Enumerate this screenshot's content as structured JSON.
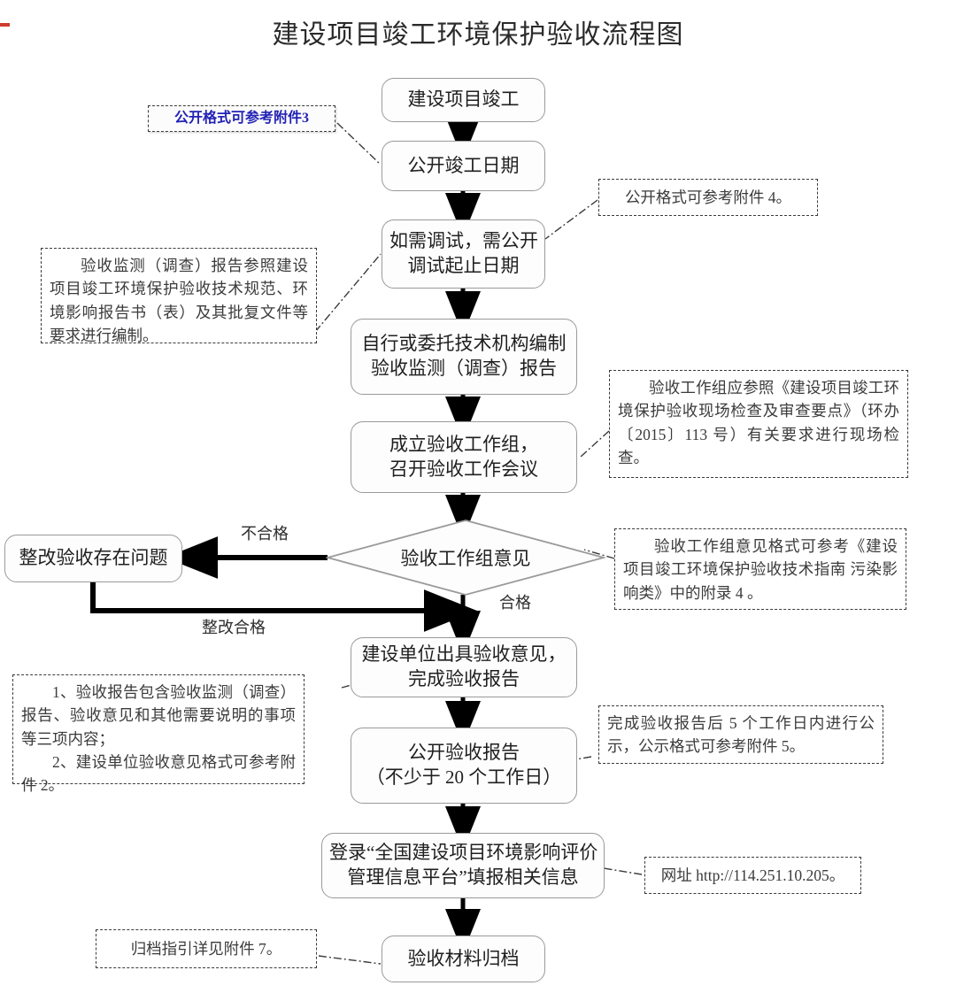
{
  "title": "建设项目竣工环境保护验收流程图",
  "nodes": {
    "n1": "建设项目竣工",
    "n2": "公开竣工日期",
    "n3_line1": "如需调试，需公开",
    "n3_line2": "调试起止日期",
    "n4_line1": "自行或委托技术机构编制",
    "n4_line2": "验收监测（调查）报告",
    "n5_line1": "成立验收工作组，",
    "n5_line2": "召开验收工作会议",
    "decision": "验收工作组意见",
    "rework": "整改验收存在问题",
    "n6_line1": "建设单位出具验收意见，",
    "n6_line2": "完成验收报告",
    "n7_line1": "公开验收报告",
    "n7_line2": "（不少于 20 个工作日）",
    "n8_line1": "登录“全国建设项目环境影响评价",
    "n8_line2": "管理信息平台”填报相关信息",
    "n9": "验收材料归档"
  },
  "edge_labels": {
    "fail": "不合格",
    "rework_pass": "整改合格",
    "pass": "合格"
  },
  "notes": {
    "note_attachment3": "公开格式可参考附件3",
    "note_attachment4": "公开格式可参考附件 4。",
    "note_report_basis": "验收监测（调查）报告参照建设项目竣工环境保护验收技术规范、环境影响报告书（表）及其批复文件等要求进行编制。",
    "note_workgroup": "验收工作组应参照《建设项目竣工环境保护验收现场检查及审查要点》（环办〔2015〕113 号）有关要求进行现场检查。",
    "note_opinion_format": "验收工作组意见格式可参考《建设项目竣工环境保护验收技术指南 污染影响类》中的附录 4 。",
    "note_report_content_1": "1、验收报告包含验收监测（调查）报告、验收意见和其他需要说明的事项等三项内容；",
    "note_report_content_2": "2、建设单位验收意见格式可参考附件 2。",
    "note_publicity": "完成验收报告后 5 个工作日内进行公示，公示格式可参考附件 5。",
    "note_website": "网址 http://114.251.10.205。",
    "note_archive": "归档指引详见附件 7。"
  },
  "colors": {
    "node_border": "#9a9a9a",
    "note_border": "#3a3a3a",
    "arrow": "#000000",
    "blue_text": "#2222b5",
    "title_text": "#2b2b2b"
  }
}
